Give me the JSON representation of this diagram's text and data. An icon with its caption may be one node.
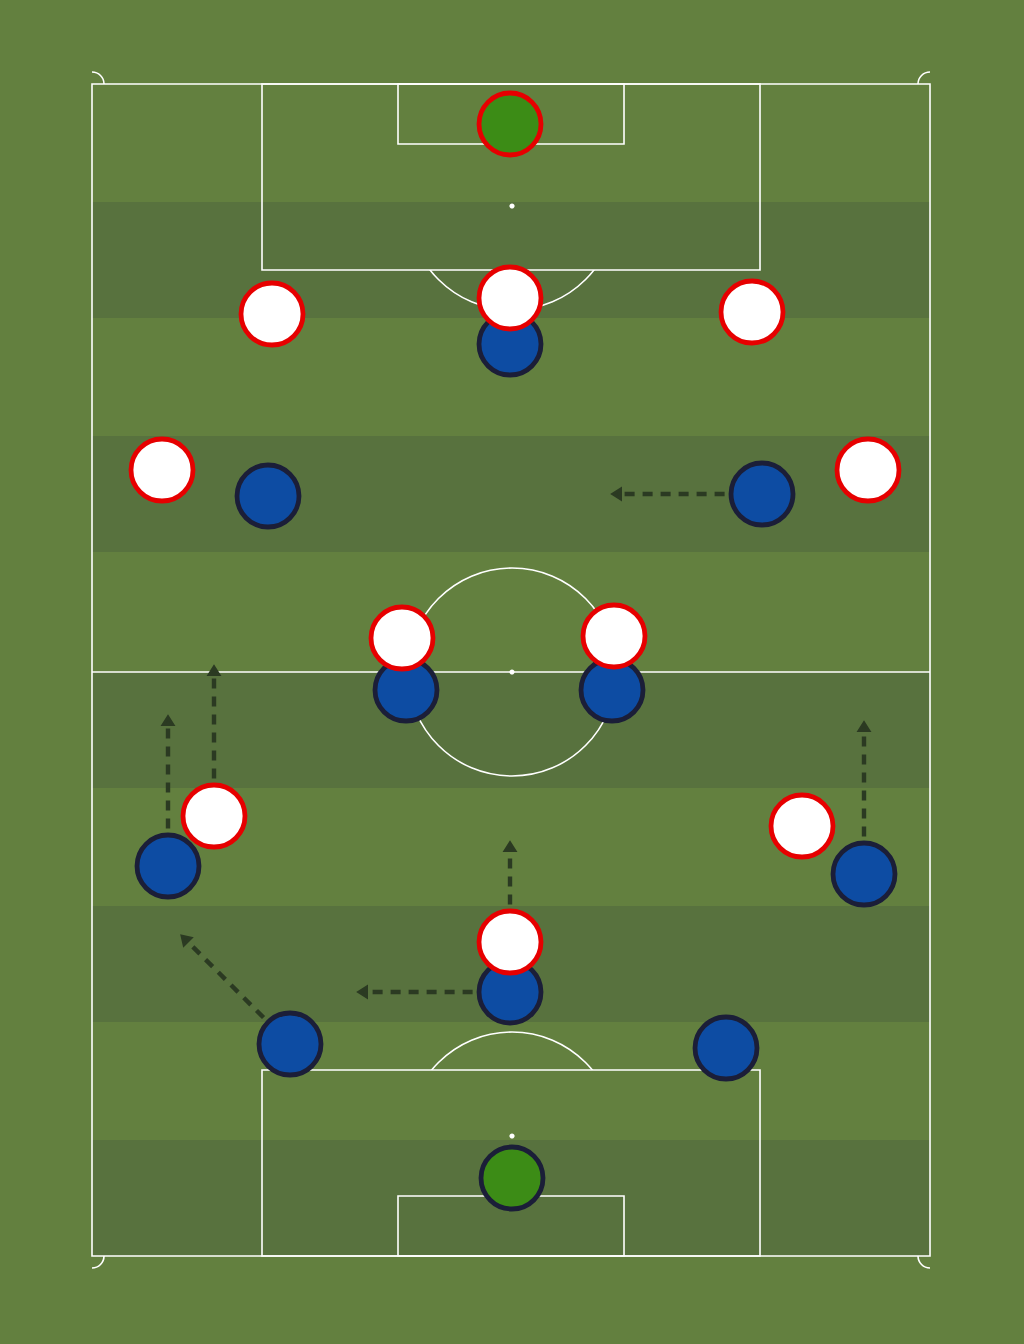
{
  "diagram": {
    "nodes": [
      {
        "text": [],
        "shape": "circle"
      },
      {
        "text": [],
        "shape": "circle"
      },
      {
        "text": [],
        "shape": "circle"
      },
      {
        "text": [],
        "shape": "circle"
      },
      {
        "text": [],
        "shape": "circle"
      },
      {
        "text": [],
        "shape": "circle"
      },
      {
        "text": [],
        "shape": "circle"
      },
      {
        "text": [],
        "shape": "circle"
      },
      {
        "text": [],
        "shape": "circle"
      },
      {
        "text": [],
        "shape": "circle"
      },
      {
        "text": [],
        "shape": "circle"
      },
      {
        "text": [],
        "shape": "circle"
      },
      {
        "text": [],
        "shape": "circle"
      },
      {
        "text": [],
        "shape": "circle"
      },
      {
        "text": [],
        "shape": "circle"
      },
      {
        "text": [],
        "shape": "circle"
      },
      {
        "text": [],
        "shape": "circle"
      },
      {
        "text": [],
        "shape": "circle"
      },
      {
        "text": [],
        "shape": "circle"
      },
      {
        "text": [],
        "shape": "circle"
      },
      {
        "text": [],
        "shape": "circle"
      },
      {
        "text": [],
        "shape": "circle"
      }
    ],
    "edges": [
      {
        "from": 7,
        "to": null,
        "arrow": "to",
        "style": "dashed"
      },
      {
        "from": 13,
        "to": null,
        "arrow": "to",
        "style": "dashed"
      },
      {
        "from": 15,
        "to": null,
        "arrow": "to",
        "style": "dashed"
      },
      {
        "from": 16,
        "to": null,
        "arrow": "to",
        "style": "dashed"
      },
      {
        "from": 17,
        "to": null,
        "arrow": "to",
        "style": "dashed"
      },
      {
        "from": 18,
        "to": null,
        "arrow": "to",
        "style": "dashed"
      },
      {
        "from": 19,
        "to": null,
        "arrow": "to",
        "style": "dashed"
      }
    ]
  }
}
